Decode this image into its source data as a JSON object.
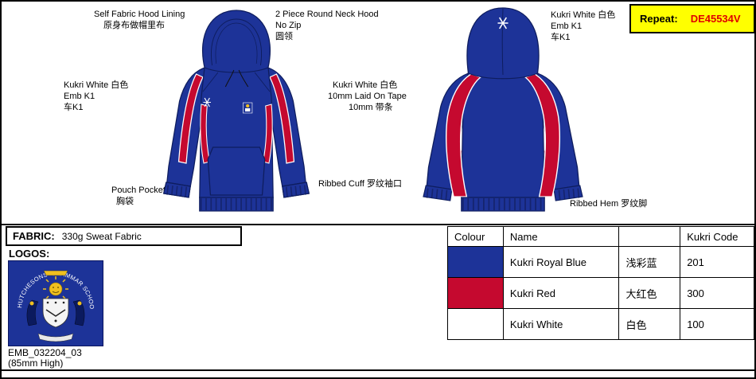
{
  "repeat_box": {
    "label": "Repeat:",
    "code": "DE45534V"
  },
  "annotations": {
    "hood_lining": [
      "Self Fabric Hood Lining",
      "原身布做帽里布"
    ],
    "hood_type": [
      "2 Piece Round Neck Hood",
      "No Zip",
      "圆领"
    ],
    "emb_back_neck": [
      "Kukri White  白色",
      "Emb K1",
      "车K1"
    ],
    "emb_left_chest": [
      "Kukri White  白色",
      "Emb K1",
      "车K1"
    ],
    "tape": [
      "Kukri White  白色",
      "10mm Laid On Tape",
      "10mm 带条"
    ],
    "pocket": [
      "Pouch Pocket",
      "胸袋"
    ],
    "cuff": [
      "Ribbed Cuff  罗纹袖口"
    ],
    "hem": [
      "Ribbed Hem  罗纹脚"
    ]
  },
  "fabric": {
    "label": "FABRIC:",
    "value": "330g Sweat Fabric"
  },
  "logos": {
    "label": "LOGOS:",
    "crest_text": "HUTCHESONS' GRAMMAR SCHOOL",
    "code": "EMB_032204_03",
    "size_note": "(85mm High)"
  },
  "color_table": {
    "headers": [
      "Colour",
      "Name",
      "",
      "Kukri Code"
    ],
    "rows": [
      {
        "name": "Kukri Royal Blue",
        "zh": "浅彩蓝",
        "code": "201",
        "swatch": "#1d3398"
      },
      {
        "name": "Kukri Red",
        "zh": "大红色",
        "code": "300",
        "swatch": "#c5092f"
      },
      {
        "name": "Kukri White",
        "zh": "白色",
        "code": "100",
        "swatch": "#ffffff"
      }
    ]
  },
  "colors": {
    "royal_blue": "#1d3398",
    "red": "#c5092f",
    "white": "#ffffff",
    "repeat_bg": "#ffff00",
    "outline": "#0e1d5e"
  }
}
